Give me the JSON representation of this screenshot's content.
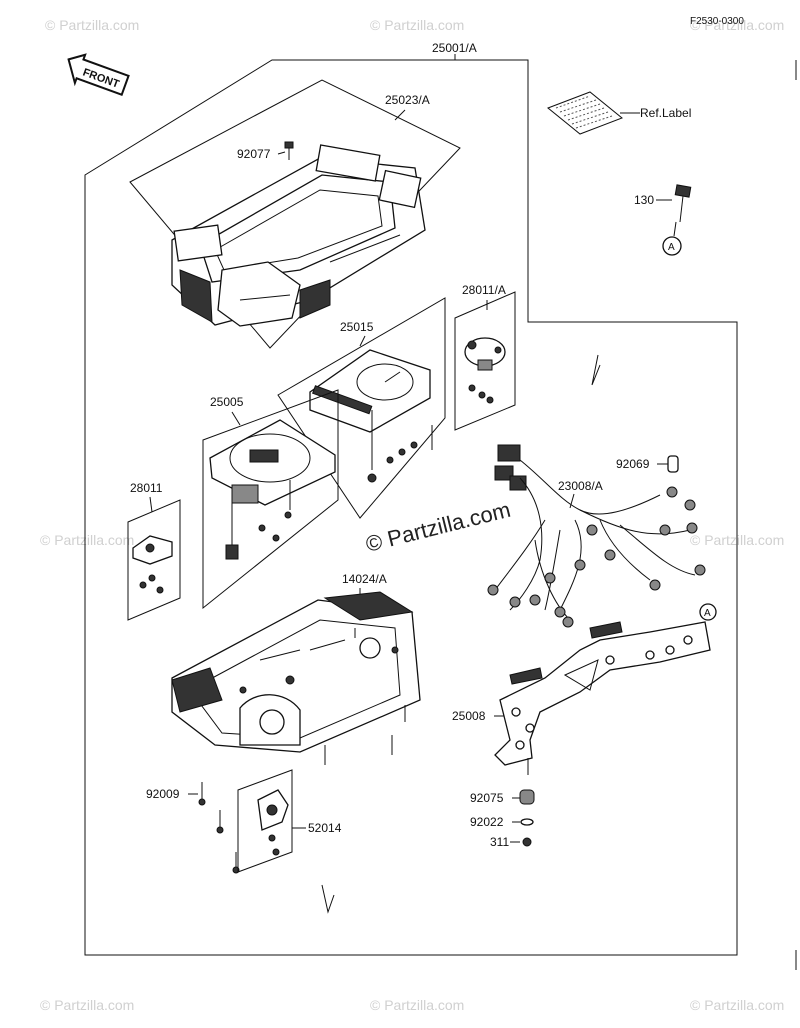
{
  "header": {
    "figure_code": "F2530-0300"
  },
  "front_badge": {
    "label": "FRONT"
  },
  "watermark": {
    "brand": "© Partzilla.com",
    "center": "© Partzilla.com"
  },
  "assembly": {
    "number": "25001/A"
  },
  "ref_label": {
    "text": "Ref.Label"
  },
  "callout": {
    "letter": "A"
  },
  "parts": {
    "p25023A": "25023/A",
    "p92077": "92077",
    "p130": "130",
    "p28011A": "28011/A",
    "p25015": "25015",
    "p25005": "25005",
    "p28011": "28011",
    "p92069": "92069",
    "p23008A": "23008/A",
    "p14024A": "14024/A",
    "p25008": "25008",
    "p92075": "92075",
    "p92022": "92022",
    "p311": "311",
    "p92009": "92009",
    "p52014": "52014"
  },
  "colors": {
    "ink": "#111111",
    "watermark": "#d0d0d0",
    "paper": "#ffffff"
  }
}
